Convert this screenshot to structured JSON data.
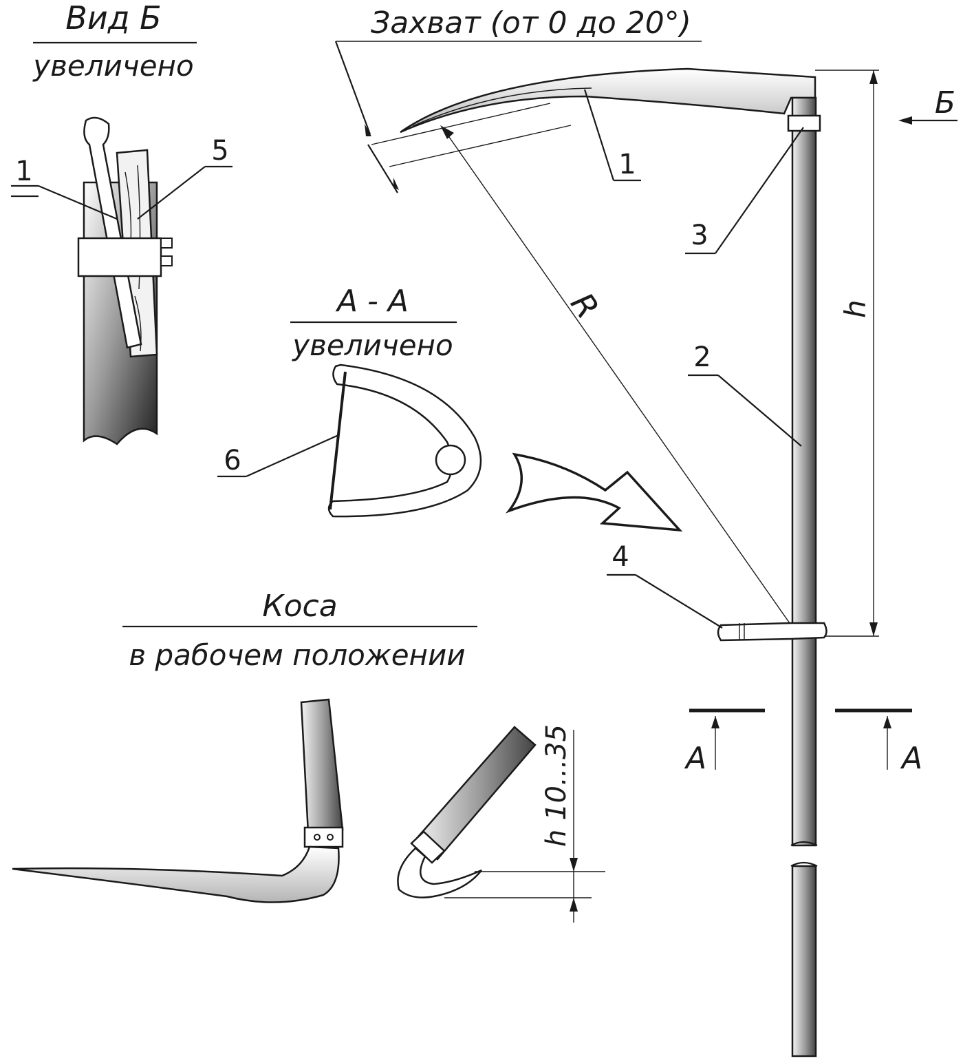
{
  "view_b": {
    "title": "Вид Б",
    "subtitle": "увеличено",
    "callout_1": "1",
    "callout_5": "5"
  },
  "section_aa": {
    "title": "А - А",
    "subtitle": "увеличено",
    "callout_6": "6"
  },
  "main_view": {
    "grip_label": "Захват (от 0 до 20°)",
    "radius_label": "R",
    "height_label": "h",
    "view_marker": "Б",
    "section_marker_left": "А",
    "section_marker_right": "А",
    "callout_1": "1",
    "callout_2": "2",
    "callout_3": "3",
    "callout_4": "4"
  },
  "working_position": {
    "title": "Коса",
    "subtitle": "в рабочем положении",
    "dimension_label": "h 10...35"
  },
  "colors": {
    "ink": "#1a1a1a",
    "paper": "#ffffff",
    "shade": "#9a9a9a"
  }
}
